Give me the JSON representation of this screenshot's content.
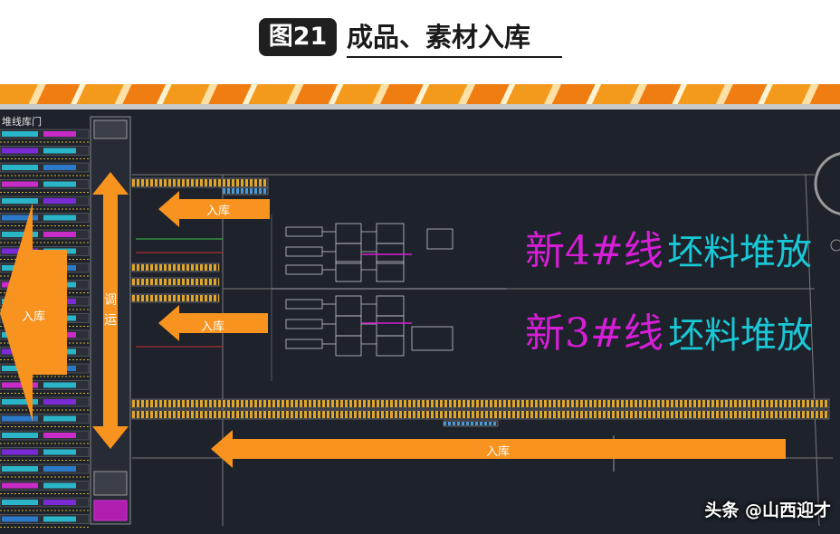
{
  "header": {
    "figure_label": "图21",
    "title": "成品、素材入库"
  },
  "diagram": {
    "corner_label": "堆线库门",
    "arrow_labels": {
      "top_left": "入库",
      "middle_left": "入库",
      "big_left": "入库",
      "bottom": "入库"
    },
    "vertical_label": "调 运",
    "line_4": {
      "name": "新4#线",
      "pile": "坯料堆放"
    },
    "line_3": {
      "name": "新3#线",
      "pile": "坯料堆放"
    },
    "colors": {
      "background": "#1d222b",
      "arrow": "#f7931e",
      "line_name": "#d61ed6",
      "pile_text": "#19c8d6",
      "stripe": "#f39a1c"
    }
  },
  "watermark": "头条 @山西迎才"
}
